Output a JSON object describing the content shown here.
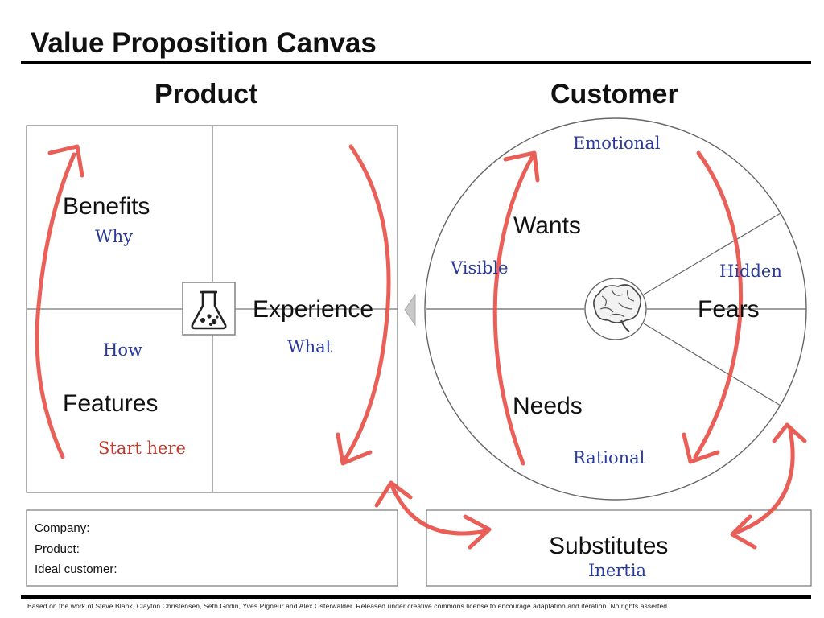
{
  "title": "Value Proposition Canvas",
  "product": {
    "heading": "Product",
    "benefits": "Benefits",
    "why": "Why",
    "experience": "Experience",
    "how": "How",
    "what": "What",
    "features": "Features",
    "start_here": "Start here"
  },
  "customer": {
    "heading": "Customer",
    "emotional": "Emotional",
    "wants": "Wants",
    "visible": "Visible",
    "hidden": "Hidden",
    "fears": "Fears",
    "needs": "Needs",
    "rational": "Rational"
  },
  "info_box": {
    "company": "Company:",
    "product": "Product:",
    "ideal_customer": "Ideal customer:"
  },
  "substitutes": {
    "label": "Substitutes",
    "inertia": "Inertia"
  },
  "footer": "Based on the work of Steve Blank, Clayton Christensen, Seth Godin, Yves Pigneur and Alex Osterwalder. Released under creative commons license to encourage adaptation and iteration. No rights asserted.",
  "icons": {
    "product": "flask-icon",
    "customer": "brain-icon"
  },
  "colors": {
    "arrow": "#e8524a",
    "note_blue": "#2a3a9a",
    "note_red": "#c0392b",
    "line": "#555555"
  }
}
